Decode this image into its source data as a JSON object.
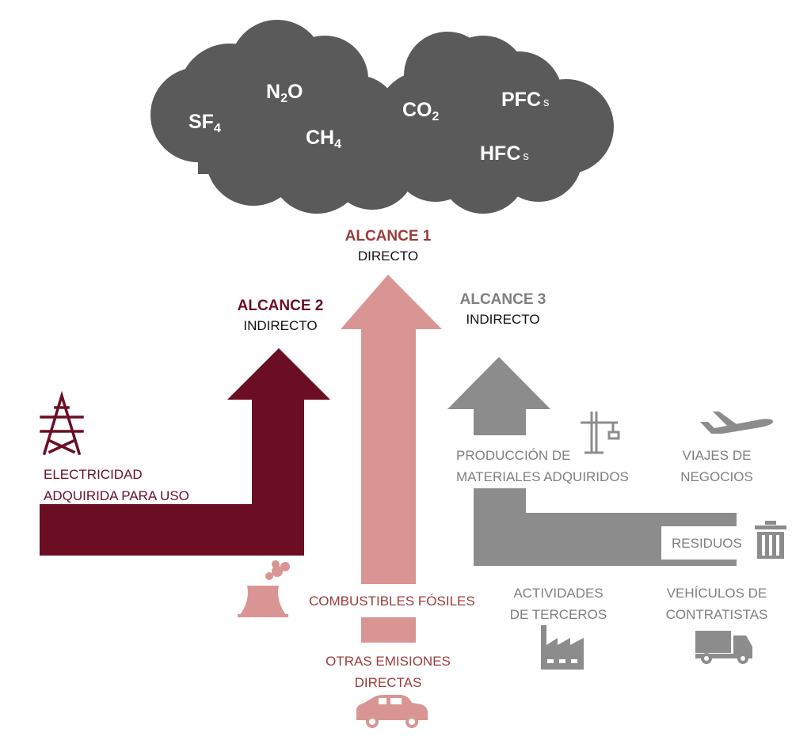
{
  "colors": {
    "cloud": "#5a5a5a",
    "scope1": "#d99594",
    "scope2": "#6b0e23",
    "scope3": "#8c8c8c",
    "scope1_text": "#9c3b3b",
    "scope3_text": "#7f7f7f"
  },
  "gases": [
    {
      "base": "SF",
      "sub": "4"
    },
    {
      "base": "N",
      "sub": "2",
      "after": "O"
    },
    {
      "base": "CH",
      "sub": "4"
    },
    {
      "base": "CO",
      "sub": "2"
    },
    {
      "base": "PFC",
      "small": "s"
    },
    {
      "base": "HFC",
      "small": "s"
    }
  ],
  "scopes": {
    "scope1": {
      "title": "ALCANCE 1",
      "subtitle": "DIRECTO"
    },
    "scope2": {
      "title": "ALCANCE 2",
      "subtitle": "INDIRECTO"
    },
    "scope3": {
      "title": "ALCANCE 3",
      "subtitle": "INDIRECTO"
    }
  },
  "sources": {
    "electricity": {
      "line1": "ELECTRICIDAD",
      "line2": "ADQUIRIDA PARA USO",
      "icon": "power-tower-icon"
    },
    "fossil": {
      "line1": "COMBUSTIBLES FÓSILES",
      "icon": "power-plant-icon"
    },
    "other_direct": {
      "line1": "OTRAS EMISIONES",
      "line2": "DIRECTAS",
      "icon": "car-icon"
    },
    "materials": {
      "line1": "PRODUCCIÓN DE",
      "line2": "MATERIALES ADQUIRIDOS",
      "icon": "crane-icon"
    },
    "travel": {
      "line1": "VIAJES DE",
      "line2": "NEGOCIOS",
      "icon": "airplane-icon"
    },
    "waste": {
      "line1": "RESIDUOS",
      "icon": "trash-icon"
    },
    "third_party": {
      "line1": "ACTIVIDADES",
      "line2": "DE TERCEROS",
      "icon": "factory-icon"
    },
    "contractors": {
      "line1": "VEHÍCULOS DE",
      "line2": "CONTRATISTAS",
      "icon": "truck-icon"
    }
  }
}
